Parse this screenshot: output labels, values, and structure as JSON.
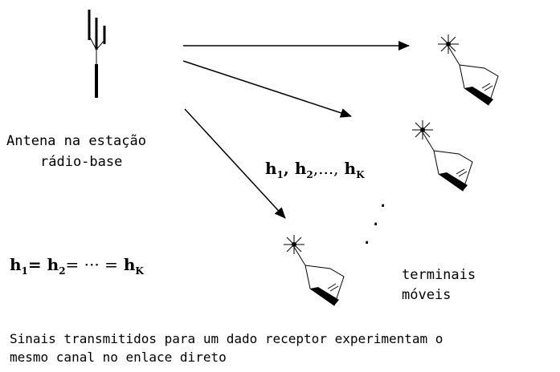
{
  "labels": {
    "antenna_line1": "Antena na estação",
    "antenna_line2": "rádio-base",
    "terminals_line1": "terminais",
    "terminals_line2": "móveis"
  },
  "math": {
    "channel_list": {
      "h": "h",
      "sub1": "1",
      "sub2": "2",
      "ellipsis": ",...,",
      "subK": "K",
      "comma": ","
    },
    "equality": {
      "h": "h",
      "sub1": "1",
      "sub2": "2",
      "eq": "=",
      "dots": "= ··· =",
      "subK": "K"
    },
    "vertical_dots": "·"
  },
  "caption": {
    "line1": "Sinais transmitidos para um dado receptor experimentam  o",
    "line2": "mesmo canal no enlace direto"
  }
}
